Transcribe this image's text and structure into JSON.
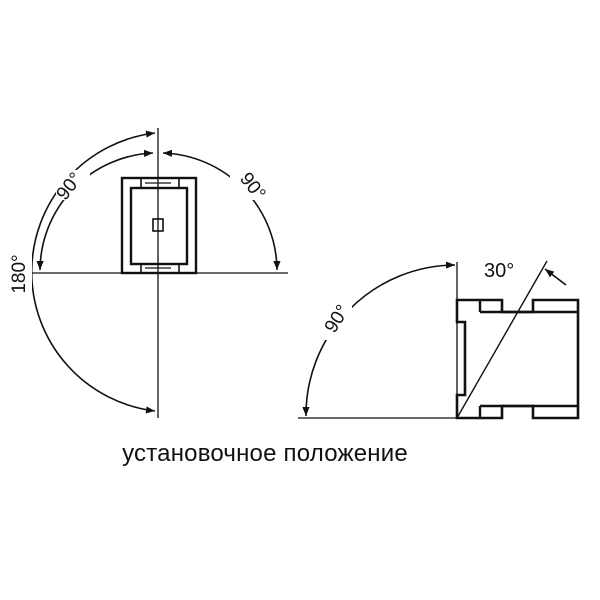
{
  "diagram": {
    "caption": "установочное положение",
    "front_view": {
      "label_left_top": "90°",
      "label_right_top": "90°",
      "label_left_full": "180°"
    },
    "side_view": {
      "label_rotation": "90°",
      "label_tilt": "30°"
    },
    "colors": {
      "line": "#111111",
      "background": "#ffffff"
    }
  }
}
